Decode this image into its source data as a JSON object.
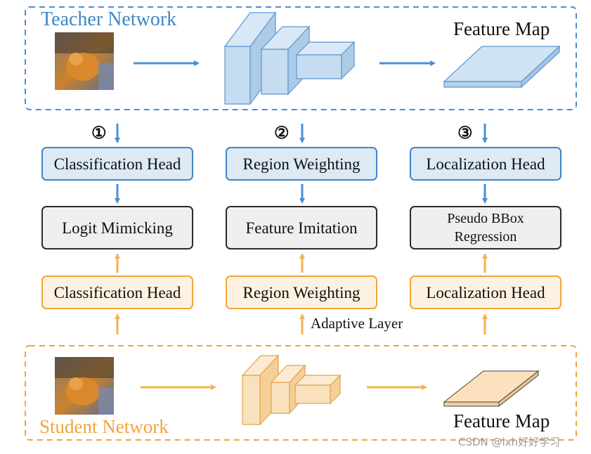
{
  "teacher": {
    "title": "Teacher Network",
    "feature_map_label": "Feature Map",
    "color": "#3d86c6"
  },
  "student": {
    "title": "Student Network",
    "feature_map_label": "Feature Map",
    "color": "#f3a43b"
  },
  "branches": [
    {
      "number": "①",
      "teacher_head": "Classification Head",
      "distill": "Logit Mimicking",
      "student_head": "Classification Head"
    },
    {
      "number": "②",
      "teacher_head": "Region Weighting",
      "distill": "Feature Imitation",
      "student_head": "Region Weighting",
      "student_note": "Adaptive Layer"
    },
    {
      "number": "③",
      "teacher_head": "Localization Head",
      "distill": "Pseudo BBox\nRegression",
      "student_head": "Localization Head"
    }
  ],
  "watermark": "CSDN @lxh好好学习",
  "colors": {
    "teacher_fill": "#ddeaf6",
    "student_fill": "#fdf2e2",
    "distill_fill": "#efefef",
    "arrow_blue": "#4a8fd4",
    "arrow_orange": "#f6b24e"
  }
}
